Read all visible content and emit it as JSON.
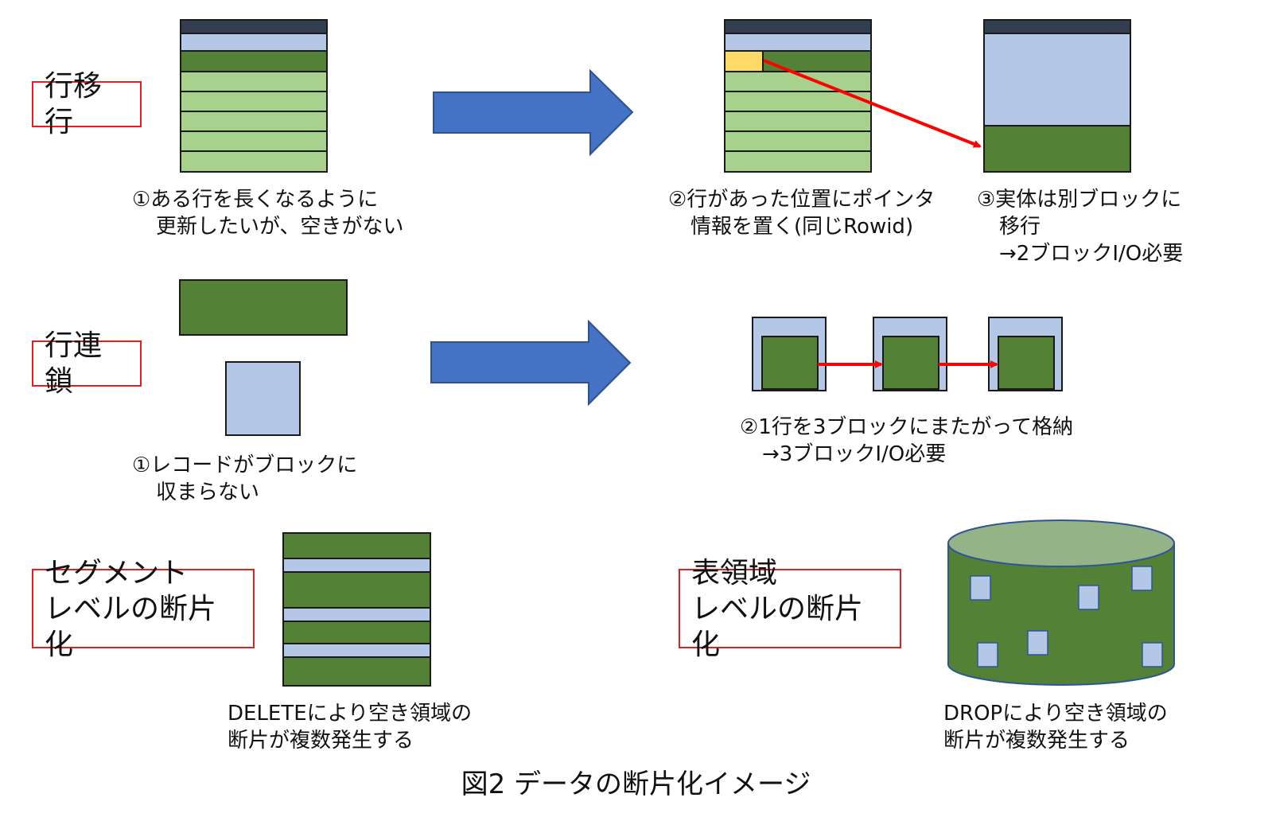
{
  "colors": {
    "header": "#333f50",
    "light_blue": "#b4c7e7",
    "dark_green": "#538135",
    "light_green": "#a9d18e",
    "yellow": "#ffd966",
    "arrow_blue": "#4472c4",
    "pointer_red": "#ff0000",
    "label_border": "#e02020",
    "cylinder_top": "#94b387",
    "cylinder_stroke": "#2f5597"
  },
  "sections": {
    "row_migration": {
      "label": "行移行",
      "step1": [
        "①ある行を長くなるように",
        "更新したいが、空きがない"
      ],
      "step2": [
        "②行があった位置にポインタ",
        "情報を置く(同じRowid)"
      ],
      "step3": [
        "③実体は別ブロックに",
        "移行",
        "→2ブロックI/O必要"
      ]
    },
    "row_chaining": {
      "label": "行連鎖",
      "step1": [
        "①レコードがブロックに",
        "収まらない"
      ],
      "step2": [
        "②1行を3ブロックにまたがって格納",
        "→3ブロックI/O必要"
      ]
    },
    "segment_fragmentation": {
      "label": [
        "セグメント",
        "レベルの断片化"
      ],
      "caption": [
        "DELETEにより空き領域の",
        "断片が複数発生する"
      ]
    },
    "tablespace_fragmentation": {
      "label": [
        "表領域",
        "レベルの断片化"
      ],
      "caption": [
        "DROPにより空き領域の",
        "断片が複数発生する"
      ]
    }
  },
  "figure_title": "図2 データの断片化イメージ"
}
